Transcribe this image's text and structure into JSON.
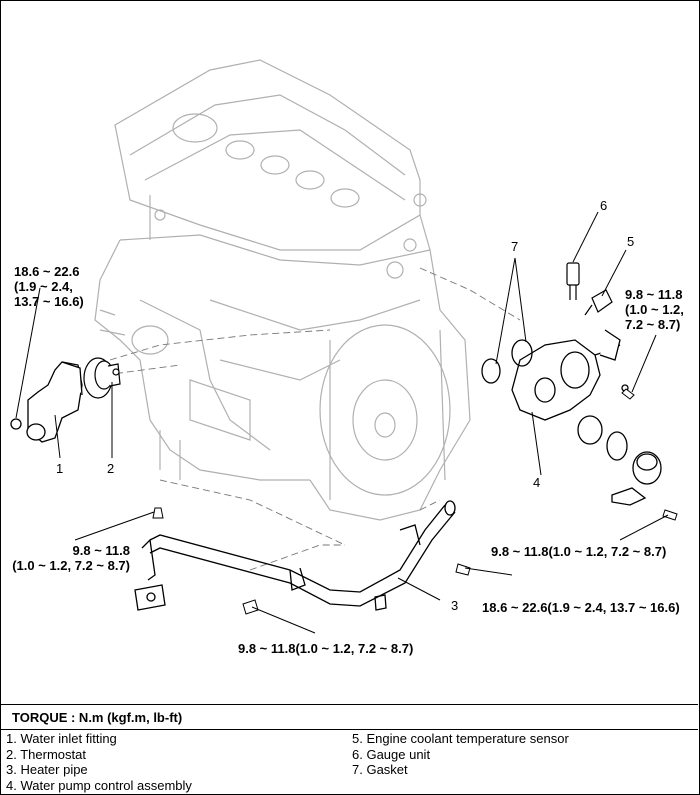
{
  "callouts": {
    "n1": "1",
    "n2": "2",
    "n3": "3",
    "n4": "4",
    "n5": "5",
    "n6": "6",
    "n7": "7"
  },
  "torques": {
    "inlet_l1": "18.6 ~ 22.6",
    "inlet_l2": "(1.9 ~ 2.4,",
    "inlet_l3": "13.7 ~ 16.6)",
    "sensor_l1": "9.8 ~ 11.8",
    "sensor_l2": "(1.0 ~ 1.2,",
    "sensor_l3": "7.2 ~ 8.7)",
    "pipe_left_l1": "9.8 ~ 11.8",
    "pipe_left_l2": "(1.0 ~ 1.2, 7.2 ~ 8.7)",
    "pump_right": "9.8 ~ 11.8(1.0 ~ 1.2, 7.2 ~ 8.7)",
    "pipe_mid": "18.6 ~ 22.6(1.9 ~ 2.4, 13.7 ~ 16.6)",
    "pipe_bottom": "9.8 ~ 11.8(1.0 ~ 1.2, 7.2 ~ 8.7)"
  },
  "torque_unit": "TORQUE : N.m (kgf.m, lb-ft)",
  "legend": {
    "left": [
      "1.  Water inlet fitting",
      "2.  Thermostat",
      "3.  Heater pipe",
      "4.  Water pump control assembly"
    ],
    "right": [
      "5.  Engine coolant temperature sensor",
      "6.  Gauge unit",
      "7.  Gasket"
    ]
  }
}
